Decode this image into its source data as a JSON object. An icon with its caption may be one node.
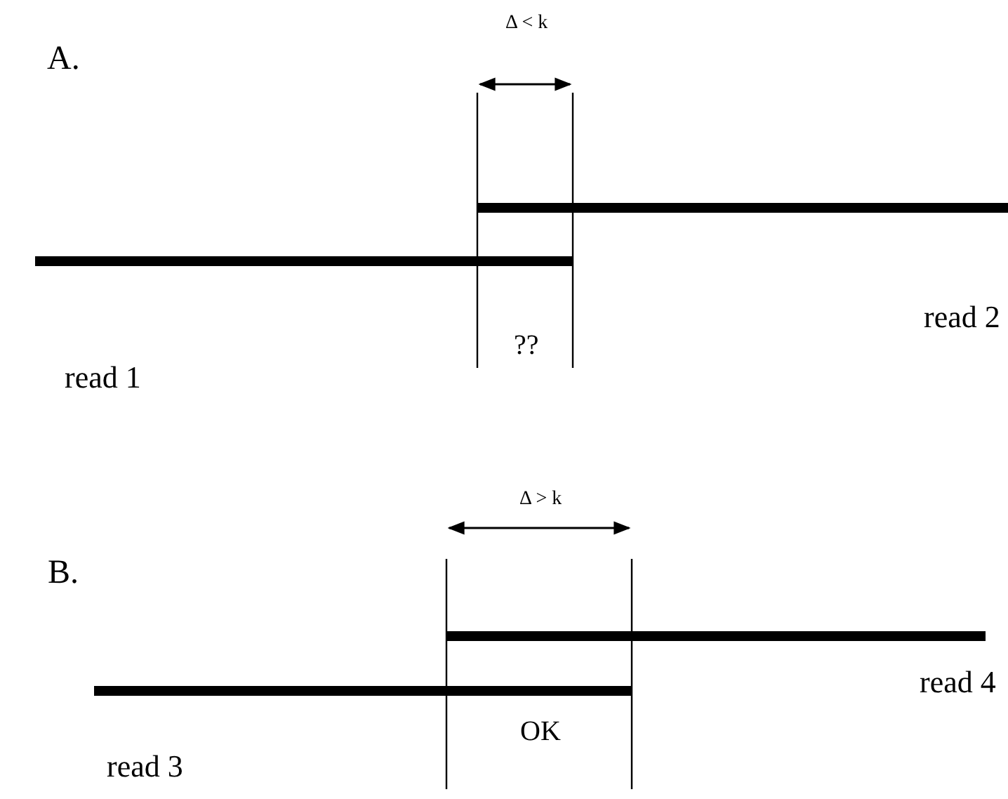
{
  "diagram": {
    "labels": [
      "A.",
      "Δ < k",
      "??",
      "read 2",
      "read 1",
      "B.",
      "Δ > k",
      "OK",
      "read 4",
      "read 3"
    ]
  }
}
